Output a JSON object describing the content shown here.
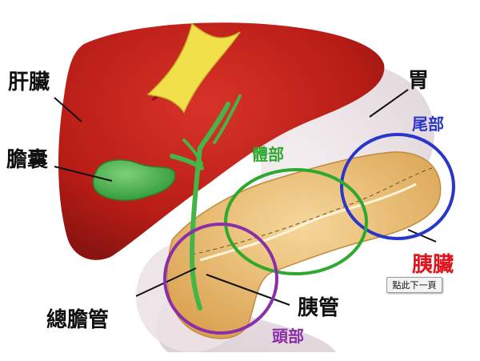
{
  "labels": {
    "liver": "肝臟",
    "gallbladder": "膽囊",
    "common_bile_duct": "總膽管",
    "stomach": "胃",
    "pancreas": "胰臟",
    "pancreatic_duct": "胰管",
    "pancreas_tail": "尾部",
    "pancreas_body": "體部",
    "pancreas_head": "頭部"
  },
  "next_button": "點此下一頁",
  "colors": {
    "liver": "#b71c15",
    "gallbladder": "#3fae3f",
    "pancreas": "#e8b86a",
    "tail_circle": "#2a36c8",
    "body_circle": "#2ea82e",
    "head_circle": "#8a2fa8",
    "pancreas_label": "#e0141c"
  }
}
